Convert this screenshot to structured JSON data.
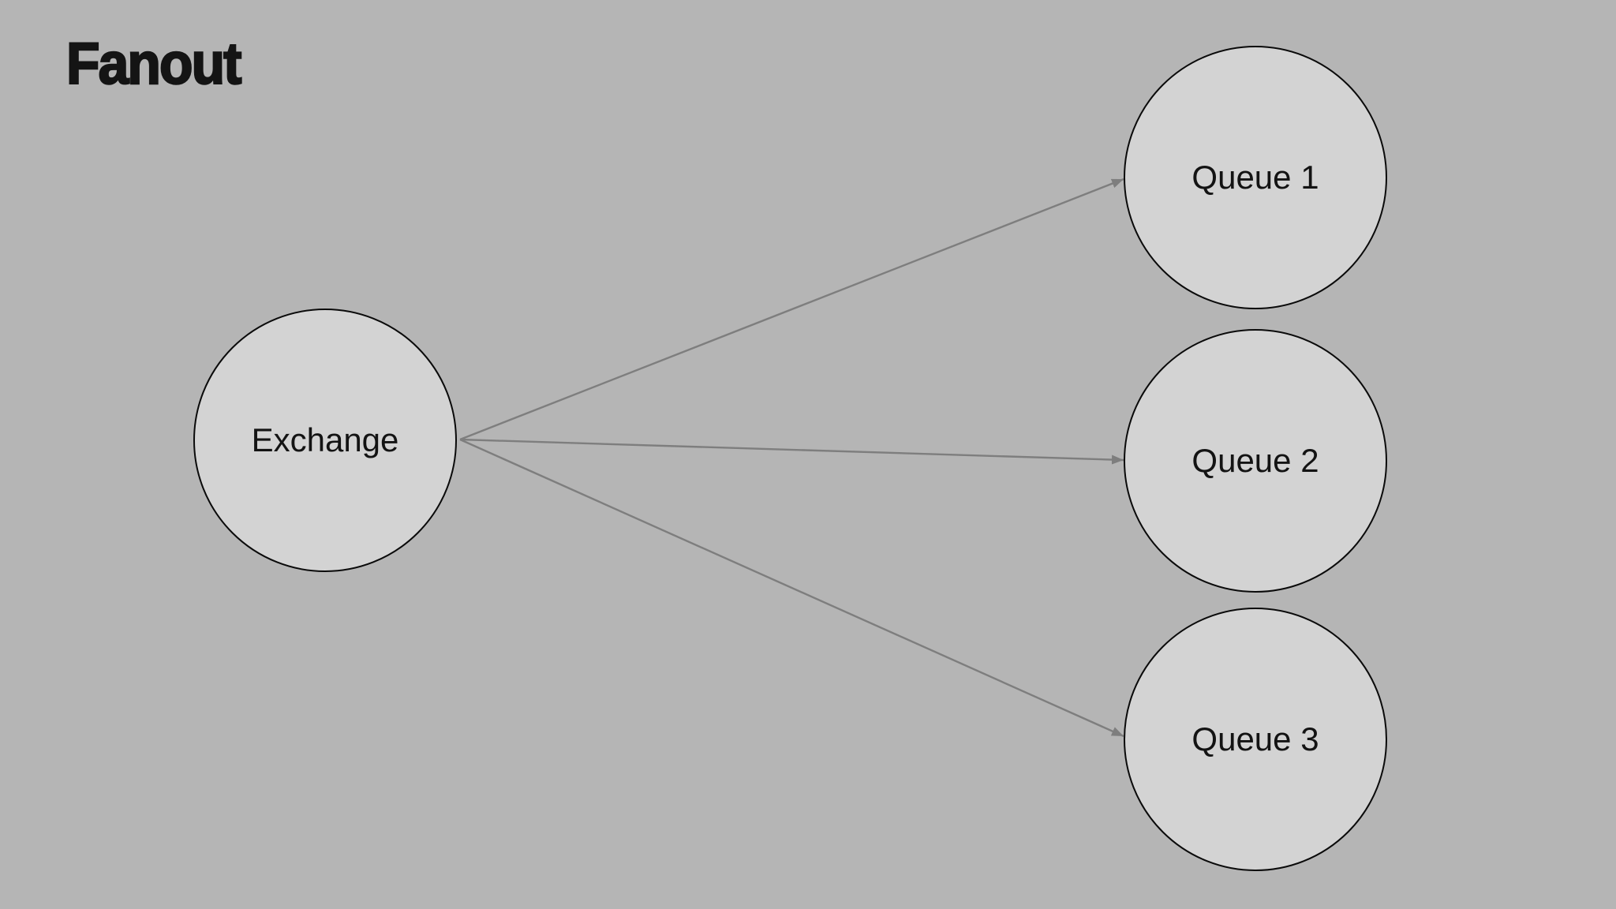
{
  "title": "Fanout",
  "colors": {
    "background": "#b5b5b5",
    "node_fill": "#d3d3d3",
    "node_stroke": "#0a0a0a",
    "edge": "#7e7e7e",
    "title_text": "#141414",
    "label_text": "#131313"
  },
  "diagram": {
    "type": "fanout-exchange",
    "nodes": [
      {
        "id": "exchange",
        "label": "Exchange",
        "shape": "circle"
      },
      {
        "id": "queue1",
        "label": "Queue 1",
        "shape": "circle"
      },
      {
        "id": "queue2",
        "label": "Queue 2",
        "shape": "circle"
      },
      {
        "id": "queue3",
        "label": "Queue 3",
        "shape": "circle"
      }
    ],
    "edges": [
      {
        "from": "exchange",
        "to": "queue1",
        "style": "arrow"
      },
      {
        "from": "exchange",
        "to": "queue2",
        "style": "arrow"
      },
      {
        "from": "exchange",
        "to": "queue3",
        "style": "arrow"
      }
    ]
  }
}
